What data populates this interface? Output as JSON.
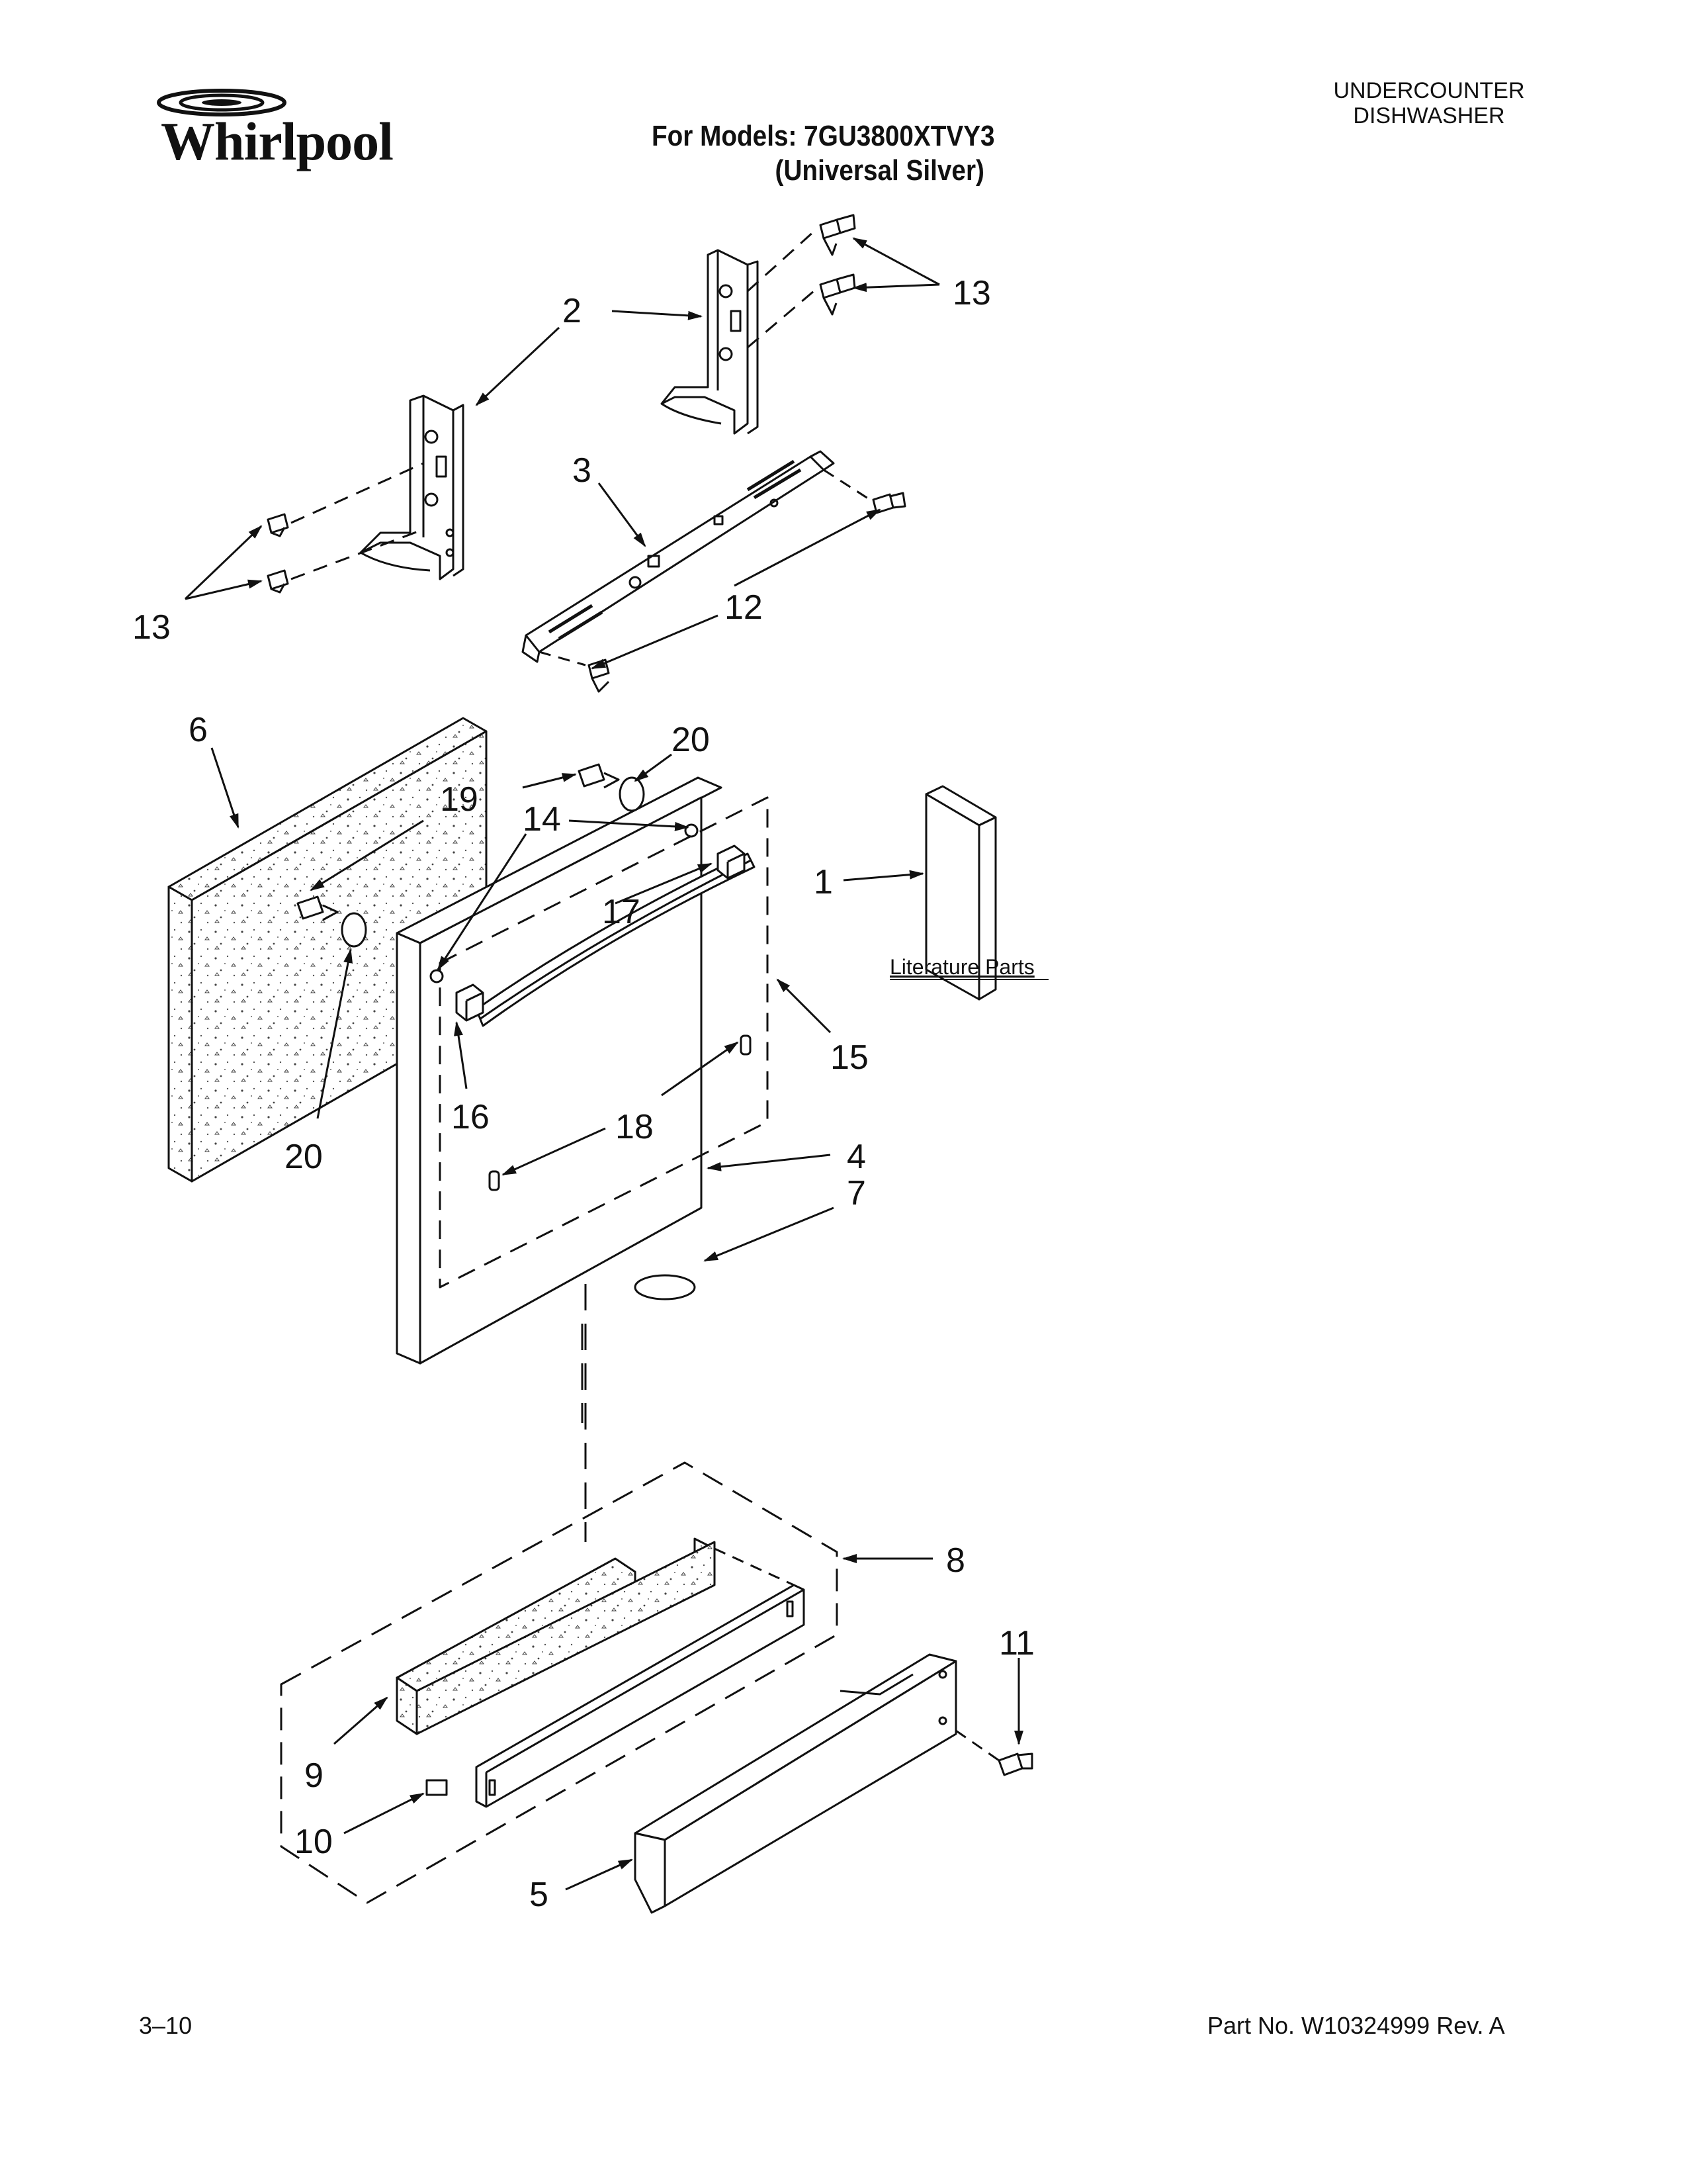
{
  "header": {
    "brand": "Whirlpool",
    "models_line1": "For Models: 7GU3800XTVY3",
    "models_line2": "(Universal Silver)",
    "doc_type_line1": "UNDERCOUNTER",
    "doc_type_line2": "DISHWASHER"
  },
  "footer": {
    "page_code": "3–10",
    "part_number": "Part No. W10324999 Rev. A"
  },
  "literature_label": "Literature Parts",
  "callouts": {
    "c1": "1",
    "c2": "2",
    "c3": "3",
    "c4": "4",
    "c5": "5",
    "c6": "6",
    "c7": "7",
    "c8": "8",
    "c9": "9",
    "c10": "10",
    "c11": "11",
    "c12": "12",
    "c13a": "13",
    "c13b": "13",
    "c14": "14",
    "c15": "15",
    "c16": "16",
    "c17": "17",
    "c18": "18",
    "c19": "19",
    "c20a": "20",
    "c20b": "20"
  },
  "colors": {
    "ink": "#111111",
    "panel_fill": "#ffffff"
  }
}
